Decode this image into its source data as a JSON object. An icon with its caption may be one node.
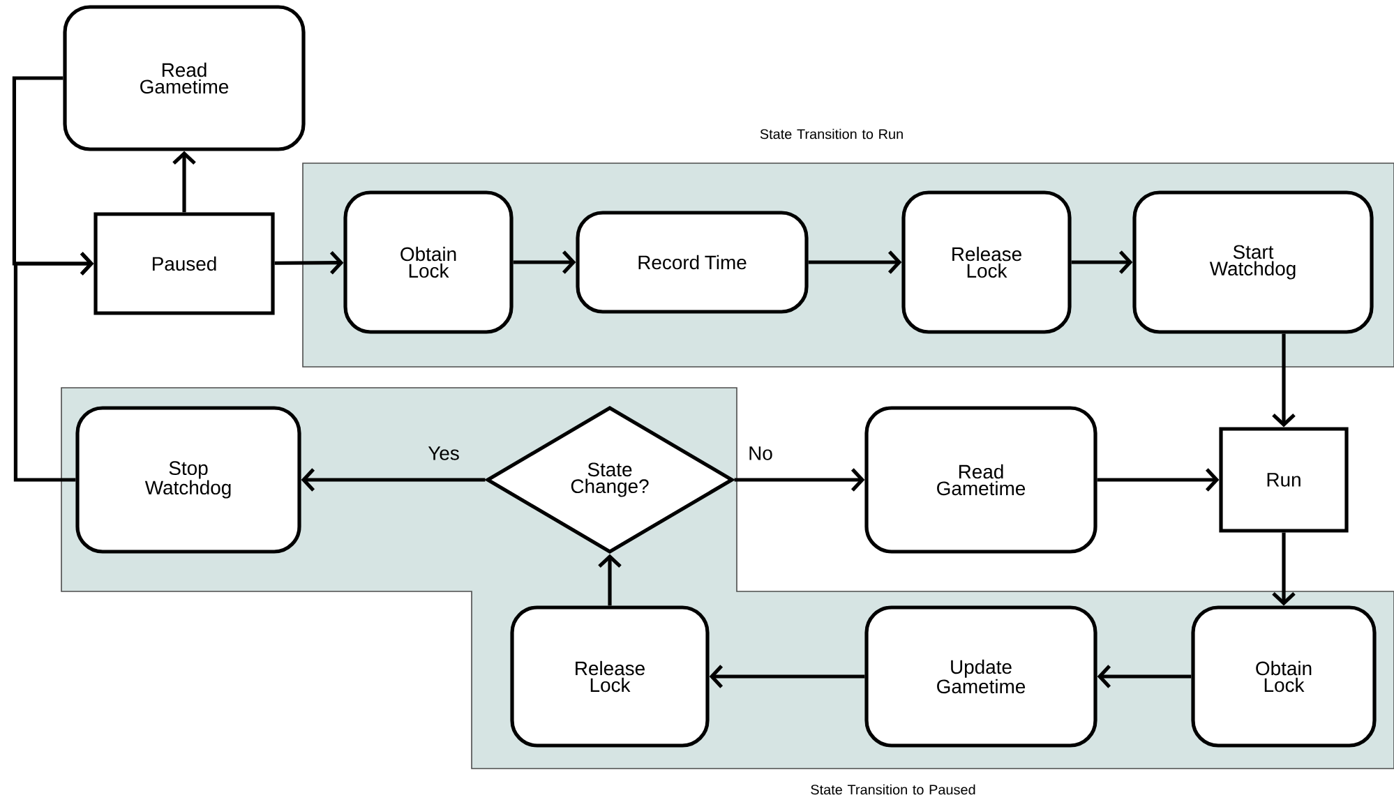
{
  "diagram": {
    "nodes": [
      {
        "text": [
          "Read Gametime"
        ]
      },
      {
        "text": [
          "Paused"
        ]
      },
      {
        "text": [
          "State Transition to Run"
        ]
      },
      {
        "text": [
          "Obtain Lock"
        ],
        "in": 2
      },
      {
        "text": [
          "Record Time"
        ],
        "in": 2
      },
      {
        "text": [
          "Release Lock"
        ],
        "in": 2
      },
      {
        "text": [
          "Start Watchdog"
        ],
        "in": 2
      },
      {
        "text": [
          "State Transition to Paused"
        ]
      },
      {
        "text": [
          "Stop Watchdog"
        ],
        "in": 7
      },
      {
        "text": [
          "State Change?"
        ],
        "in": 7
      },
      {
        "text": [
          "Read Gametime"
        ]
      },
      {
        "text": [
          "Run"
        ]
      },
      {
        "text": [
          "Release Lock"
        ],
        "in": 7
      },
      {
        "text": [
          "Update Gametime"
        ],
        "in": 7
      },
      {
        "text": [
          "Obtain Lock"
        ],
        "in": 7
      }
    ],
    "edges": [
      {
        "from": 1,
        "to": 0,
        "arrow": "to"
      },
      {
        "from": 1,
        "to": 3,
        "arrow": "to"
      },
      {
        "from": 3,
        "to": 4,
        "arrow": "to"
      },
      {
        "from": 4,
        "to": 5,
        "arrow": "to"
      },
      {
        "from": 5,
        "to": 6,
        "arrow": "to"
      },
      {
        "from": 6,
        "to": 11,
        "arrow": "to"
      },
      {
        "from": 11,
        "to": 14,
        "arrow": "to"
      },
      {
        "from": 14,
        "to": 13,
        "arrow": "to"
      },
      {
        "from": 13,
        "to": 12,
        "arrow": "to"
      },
      {
        "from": 12,
        "to": 9,
        "arrow": "to"
      },
      {
        "from": 9,
        "to": 8,
        "arrow": "to",
        "label": "Yes"
      },
      {
        "from": 9,
        "to": 10,
        "arrow": "to",
        "label": "No"
      },
      {
        "from": 10,
        "to": 11,
        "arrow": "to"
      },
      {
        "from": 0,
        "to": 1,
        "arrow": "to"
      },
      {
        "from": 8,
        "to": 1,
        "arrow": "to"
      }
    ]
  }
}
